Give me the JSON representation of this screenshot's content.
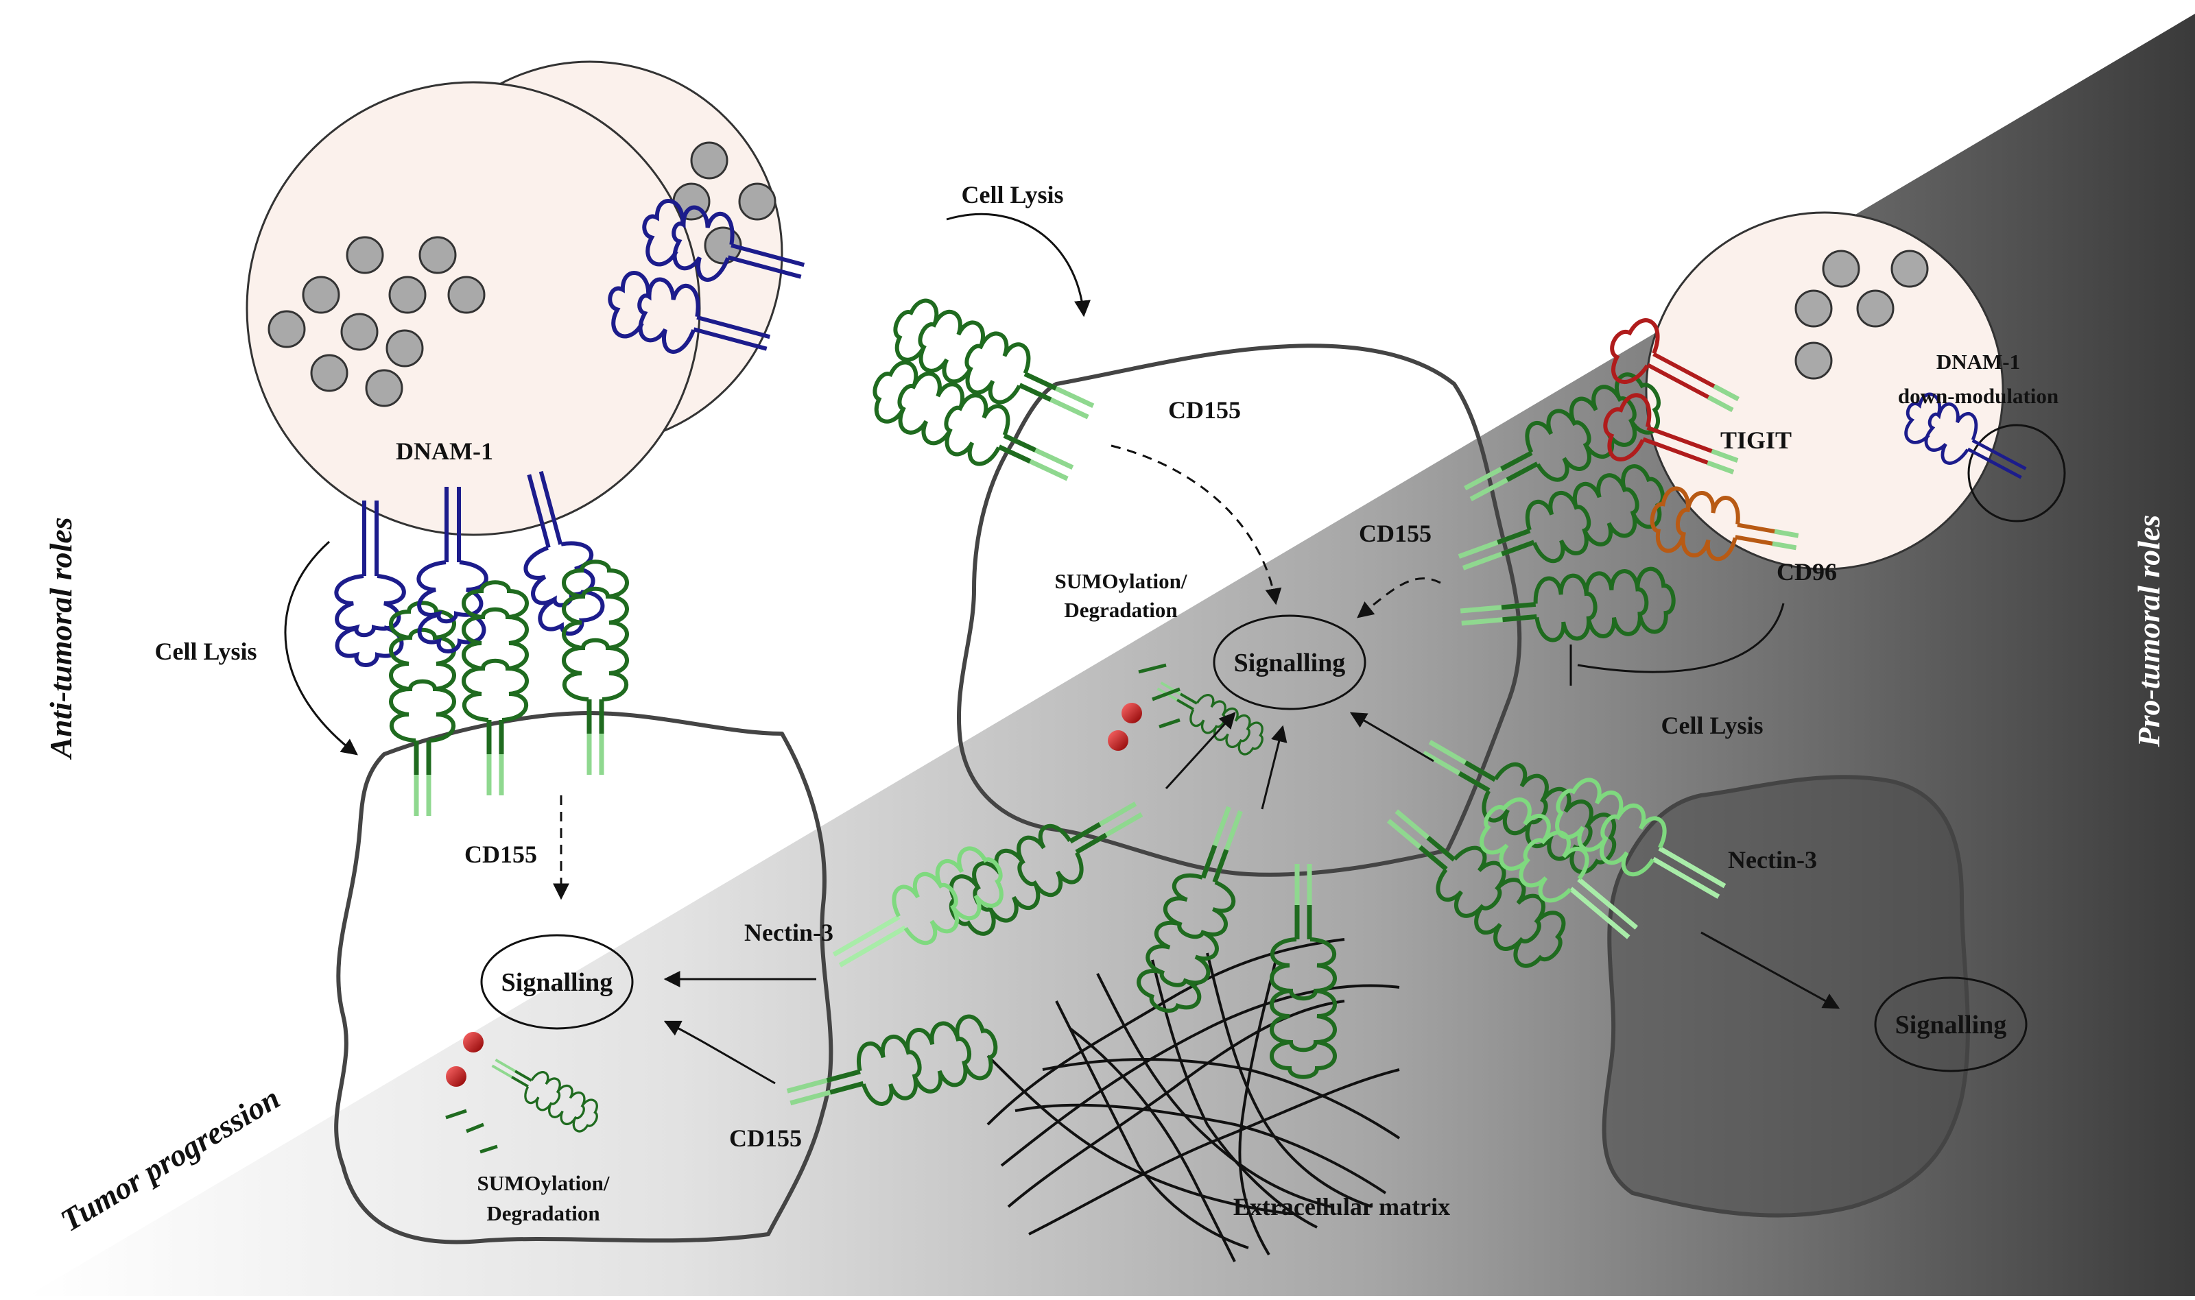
{
  "labels": {
    "dnam1": "DNAM-1",
    "cell_lysis_left": "Cell Lysis",
    "cell_lysis_top": "Cell Lysis",
    "cell_lysis_right": "Cell Lysis",
    "cd155_left": "CD155",
    "cd155_center": "CD155",
    "cd155_right": "CD155",
    "cd155_bottom": "CD155",
    "nectin3_left": "Nectin-3",
    "nectin3_right": "Nectin-3",
    "tigit": "TIGIT",
    "cd96": "CD96",
    "dnam1_downmod_line1": "DNAM-1",
    "dnam1_downmod_line2": "down-modulation",
    "sumo_center_line1": "SUMOylation/",
    "sumo_center_line2": "Degradation",
    "sumo_left_line1": "SUMOylation/",
    "sumo_left_line2": "Degradation",
    "extracellular_matrix": "Extracellular matrix"
  },
  "signalling": {
    "left": "Signalling",
    "center": "Signalling",
    "right": "Signalling"
  },
  "side_labels": {
    "anti_tumoral": "Anti-tumoral roles",
    "pro_tumoral": "Pro-tumoral roles",
    "tumor_progression": "Tumor progression"
  },
  "colors": {
    "dnam1": "#1c1c8c",
    "cd155": "#1f6b1f",
    "cd155_stalk": "#8fd88f",
    "nectin3": "#8fe08f",
    "tigit": "#b01c1c",
    "cd96": "#b85a14",
    "lymphocyte": "#fbf1ec",
    "granule": "#a9a9a9",
    "sumo_ball": "#b01010"
  }
}
